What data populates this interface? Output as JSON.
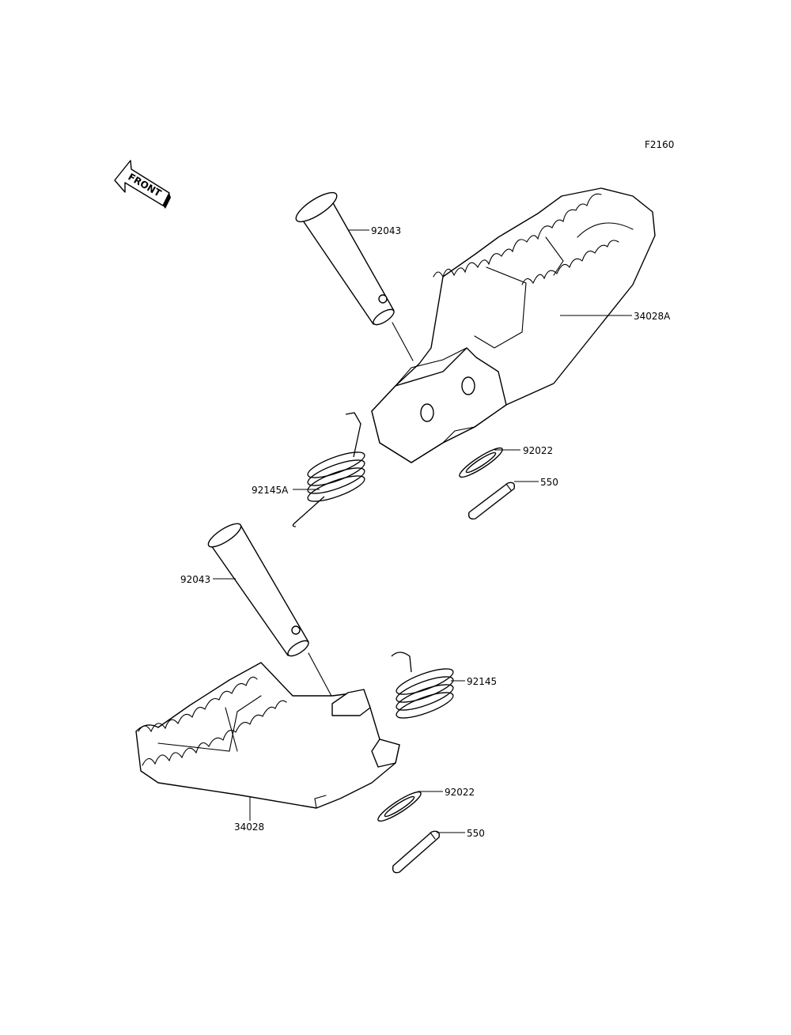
{
  "figure_code": "F2160",
  "front_label": "FRONT",
  "callouts": {
    "top_pin": "92043",
    "top_peg": "34028A",
    "top_washer": "92022",
    "top_cotter": "550",
    "top_spring": "92145A",
    "bottom_pin": "92043",
    "bottom_spring": "92145",
    "bottom_washer": "92022",
    "bottom_cotter": "550",
    "bottom_peg": "34028"
  }
}
